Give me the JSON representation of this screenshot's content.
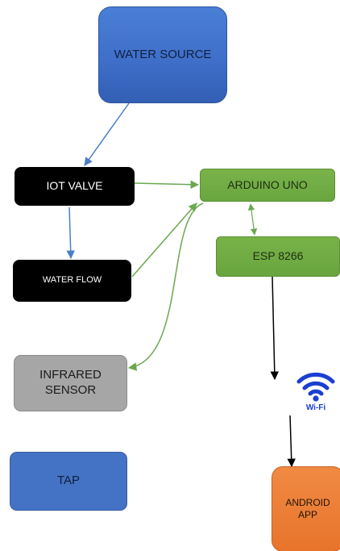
{
  "nodes": {
    "water_source": [
      "WATER SOURCE"
    ],
    "iot_valve": [
      "IOT VALVE"
    ],
    "water_flow": [
      "WATER FLOW"
    ],
    "arduino_uno": [
      "ARDUINO UNO"
    ],
    "esp8266": [
      "ESP 8266"
    ],
    "infrared_sensor": [
      "INFRARED",
      "SENSOR"
    ],
    "tap": [
      "TAP"
    ],
    "android_app": [
      "ANDROID",
      "APP"
    ]
  },
  "wifi": {
    "label": "Wi-Fi",
    "icon": "wifi-icon"
  },
  "edges": [
    {
      "from": "water_source",
      "to": "iot_valve",
      "color": "#4a7ec8"
    },
    {
      "from": "iot_valve",
      "to": "water_flow",
      "color": "#4a7ec8"
    },
    {
      "from": "iot_valve",
      "to": "arduino_uno",
      "color": "#6aa84f"
    },
    {
      "from": "water_flow",
      "to": "arduino_uno",
      "color": "#6aa84f"
    },
    {
      "from": "arduino_uno",
      "to": "infrared_sensor",
      "color": "#6aa84f"
    },
    {
      "from": "arduino_uno",
      "to": "esp8266",
      "color": "#6aa84f",
      "bidirectional": true
    },
    {
      "from": "esp8266",
      "to": "wifi",
      "color": "#000000"
    },
    {
      "from": "wifi",
      "to": "android_app",
      "color": "#000000"
    }
  ],
  "colors": {
    "blue_node": "#4472c4",
    "green_node": "#70ad47",
    "black_node": "#000000",
    "grey_node": "#a6a6a6",
    "orange_node": "#ed7d31",
    "wifi": "#1b3fd0"
  }
}
